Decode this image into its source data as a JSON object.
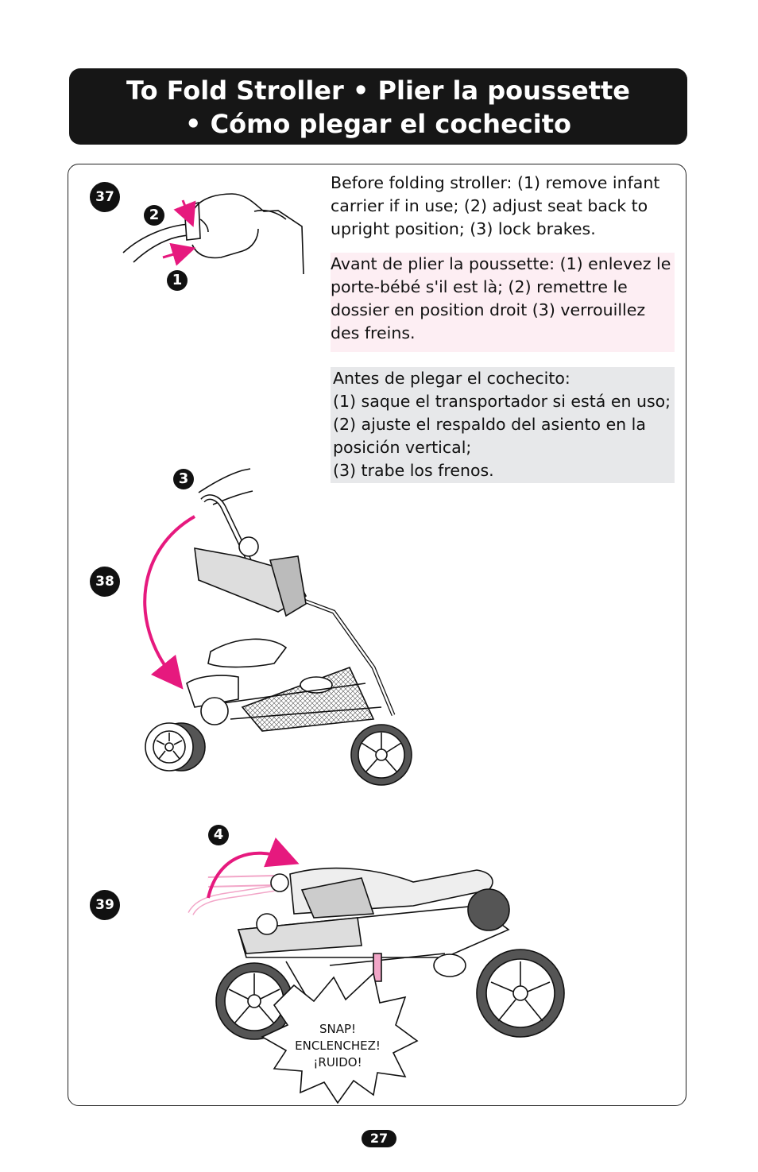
{
  "header": {
    "line1": "To Fold Stroller • Plier la poussette",
    "line2": "• Cómo plegar el cochecito"
  },
  "instructions": {
    "english": "Before folding stroller: (1) remove infant carrier if in use; (2) adjust seat back to upright position; (3) lock brakes.",
    "french": "Avant de plier la poussette: (1) enlevez le porte-bébé s'il est là; (2) remettre le dossier en position droit (3) verrouillez des freins.",
    "spanish_intro": "Antes de plegar el cochecito:",
    "spanish_body": "(1) saque el transportador si está en uso; (2) ajuste el respaldo del asiento en la posición vertical;",
    "spanish_end": "(3) trabe los frenos."
  },
  "steps": {
    "figure_37": "37",
    "figure_38": "38",
    "figure_39": "39",
    "callout_1": "1",
    "callout_2": "2",
    "callout_3": "3",
    "callout_4": "4"
  },
  "snap_callout": {
    "line1": "SNAP!",
    "line2": "ENCLENCHEZ!",
    "line3": "¡RUIDO!"
  },
  "page_number": "27",
  "colors": {
    "accent_magenta": "#e6197e",
    "header_bg": "#161616",
    "french_bg": "#fdeef3",
    "spanish_bg": "#e7e8ea"
  }
}
